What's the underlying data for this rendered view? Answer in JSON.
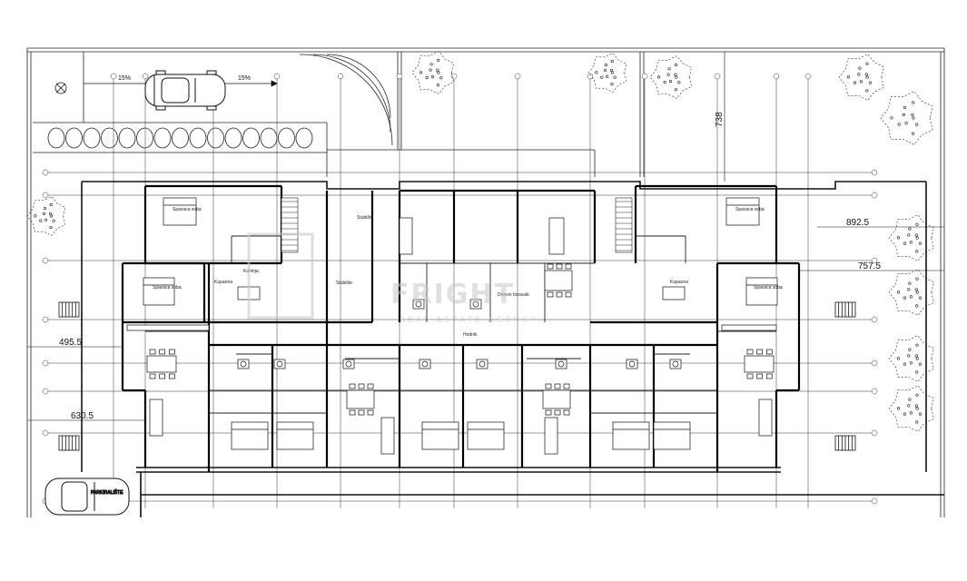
{
  "drawing": {
    "dimensions": {
      "right_top": "892.5",
      "right_mid": "757.5",
      "left_mid": "495.5",
      "left_low": "630.5",
      "vertical_top": "738",
      "road_left": "15%",
      "road_right": "15%"
    },
    "watermark": {
      "text": "FRIGHT",
      "subtitle": "REAL ESTATE AGENCY"
    },
    "room_labels": {
      "bedroom": "Spavaca soba",
      "kitchen": "Kuhinja",
      "bath": "Kupaona",
      "hall": "Hodnik",
      "living": "Dnevni boravak",
      "stair": "Stubište"
    },
    "car_caption": "PARKIRALIŠTE"
  }
}
